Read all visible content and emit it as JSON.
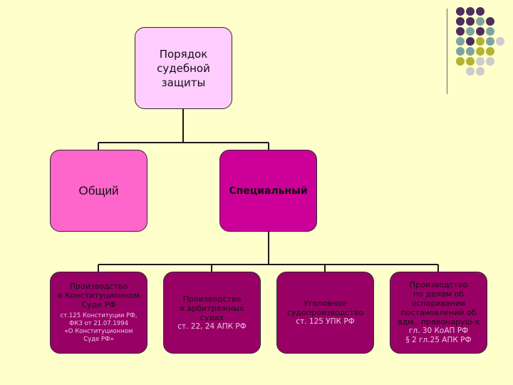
{
  "root": {
    "label": "Порядок\nсудебной\nзащиты"
  },
  "level1": {
    "general": "Общий",
    "special": "Специальный"
  },
  "leaves": [
    {
      "title": "Производство\nв Конституционном\nСуде РФ",
      "ref": "ст.125 Конституции РФ,\nФКЗ от 21.07.1994\n«О Конституционном\nСуде РФ»"
    },
    {
      "title": "Производство\nв арбитражных\nсудах",
      "ref": "ст. 22, 24 АПК РФ"
    },
    {
      "title": "Уголовное\nсудопроизводство",
      "ref": "ст. 125 УПК РФ"
    },
    {
      "title": "Производство\nпо делам об\nоспаривании\nпостановлений об\nадм., правонаруш-х",
      "ref": "гл. 30 КоАП РФ\n§ 2 гл.25 АПК РФ"
    }
  ],
  "colors": {
    "background": "#ffffcc",
    "root_fill": "#ffccff",
    "general_fill": "#ff66cc",
    "special_fill": "#cc0099",
    "leaf_fill": "#990066",
    "dot_dark": "#4d2e5c",
    "dot_teal": "#7fa3a0",
    "dot_olive": "#b3b333",
    "dot_light": "#cccccc"
  }
}
